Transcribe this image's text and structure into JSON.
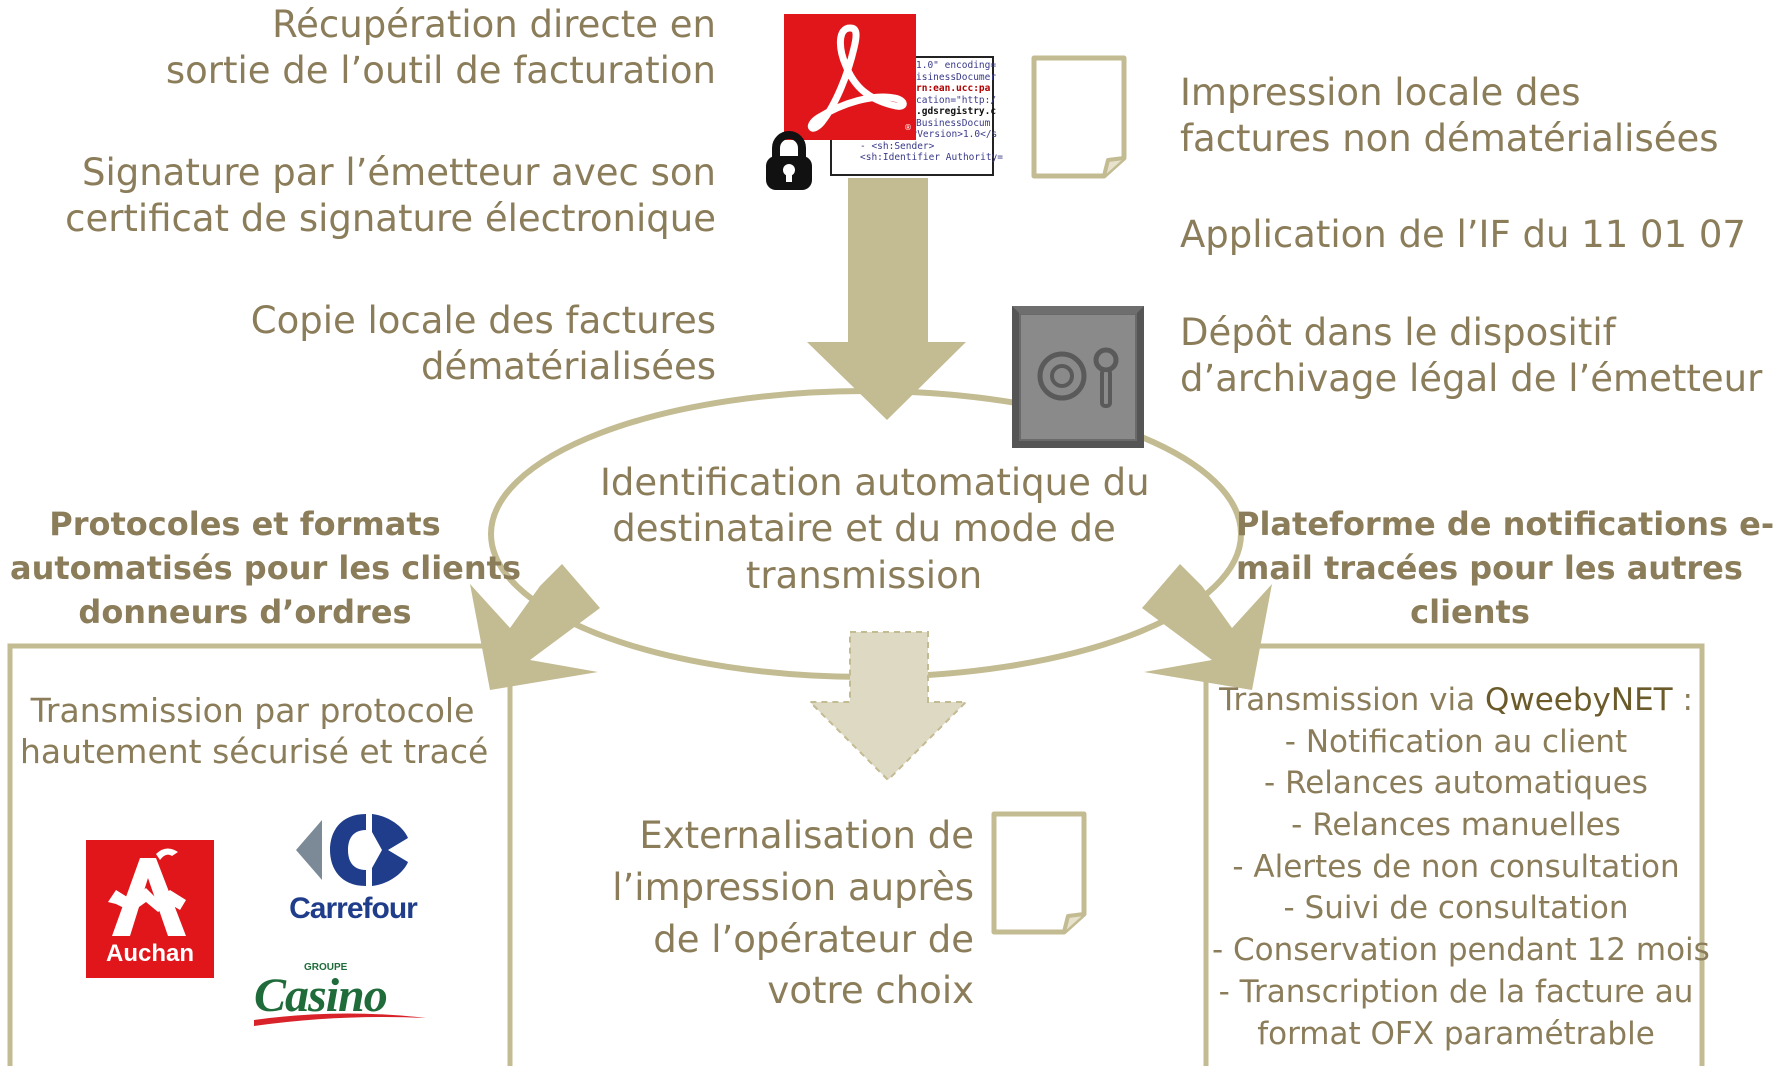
{
  "top_left": {
    "recuperation": [
      "Récupération directe en",
      "sortie de l’outil de facturation"
    ],
    "signature": [
      "Signature par l’émetteur avec son",
      "certificat de signature électronique"
    ],
    "copie": [
      "Copie locale des factures",
      "dématérialisées"
    ]
  },
  "top_right": {
    "impression": [
      "Impression locale des",
      "factures non dématérialisées"
    ],
    "application": "Application de l’IF du 11 01 07",
    "depot": [
      "Dépôt dans le dispositif",
      "d’archivage légal de l’émetteur"
    ]
  },
  "center": {
    "identification": [
      "Identification automatique du",
      "destinataire et du mode de",
      "transmission"
    ]
  },
  "left_branch": {
    "title": [
      "Protocoles et formats",
      "automatisés pour les clients",
      "donneurs d’ordres"
    ],
    "transmission": [
      "Transmission par protocole",
      "hautement sécurisé et tracé"
    ],
    "logos": {
      "auchan": "Auchan",
      "carrefour": "Carrefour",
      "casino_groupe": "GROUPE",
      "casino": "Casino"
    }
  },
  "middle_branch": {
    "externalisation": [
      "Externalisation de",
      "l’impression auprès",
      "de l’opérateur de",
      "votre choix"
    ]
  },
  "right_branch": {
    "title": [
      "Plateforme de notifications e-",
      "mail tracées pour les autres",
      "clients"
    ],
    "transmission_prefix": "Transmission via ",
    "brand": "QweebyNET",
    "transmission_suffix": " :",
    "items": [
      "-   Notification au client",
      "-   Relances automatiques",
      "-   Relances manuelles",
      "-   Alertes de non consultation",
      "-   Suivi de consultation",
      "-   Conservation pendant 12 mois",
      "-   Transcription de la facture au",
      "format OFX paramétrable"
    ]
  },
  "xml_snippet": [
    "1.0\" encoding=",
    "isinessDocumer",
    "rn:ean.ucc:pa",
    "cation=\"http:/",
    ".gdsregistry.c",
    "BusinessDocum",
    "<sh:HeaderVersion>1.0</s",
    "- <sh:Sender>",
    "  <sh:Identifier Authority="
  ],
  "icons": {
    "pdf": "acrobat-pdf-icon",
    "lock": "padlock-icon",
    "safe": "safe-vault-icon",
    "doc": "blank-document-icon"
  },
  "colors": {
    "text": "#8b7d5a",
    "arrow": "#c3bb91",
    "arrow_light": "#ddd9c3",
    "acrobat_red": "#e0161b",
    "safe_grey": "#7a7a7a"
  }
}
